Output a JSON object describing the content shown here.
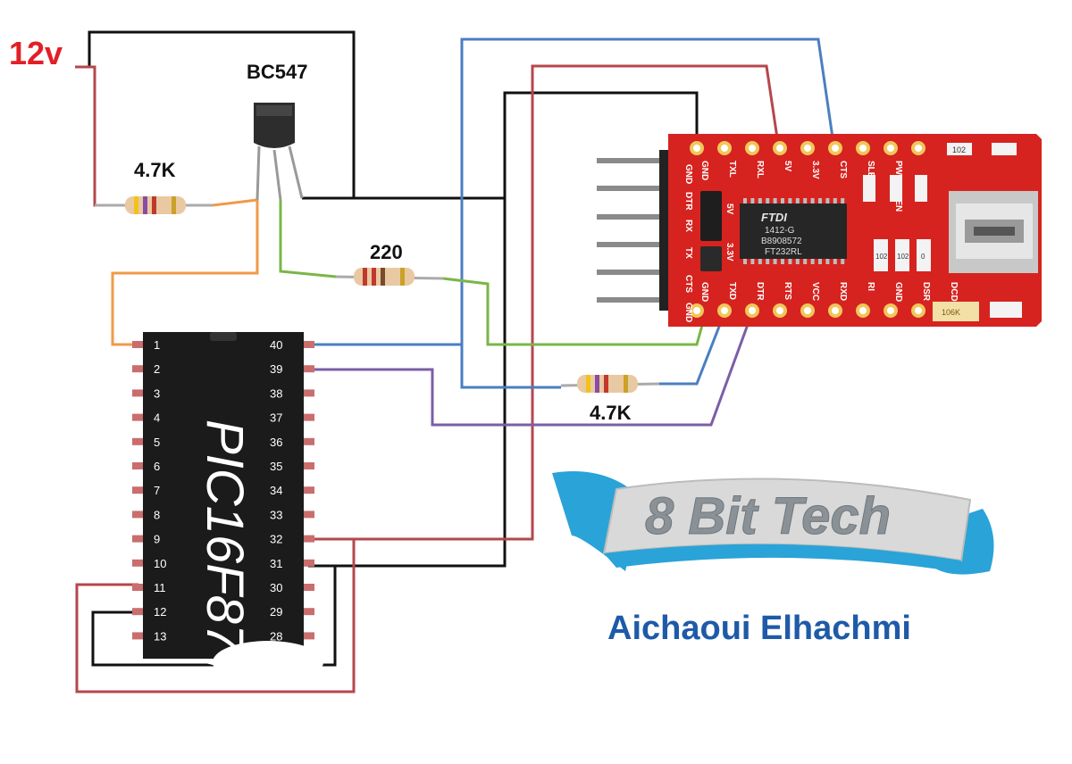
{
  "supply_label": "12v",
  "transistor_label": "BC547",
  "resistors": {
    "r1_label": "4.7K",
    "r2_label": "220",
    "r3_label": "4.7K"
  },
  "pic": {
    "name": "PIC16F877",
    "left_pins": [
      "1",
      "2",
      "3",
      "4",
      "5",
      "6",
      "7",
      "8",
      "9",
      "10",
      "11",
      "12",
      "13"
    ],
    "right_pins": [
      "40",
      "39",
      "38",
      "37",
      "36",
      "35",
      "34",
      "33",
      "32",
      "31",
      "30",
      "29",
      "28"
    ]
  },
  "ftdi": {
    "top_pins": [
      "GND",
      "TXL",
      "RXL",
      "5V",
      "3.3V",
      "CTS",
      "SLEEP",
      "PWRENTEN"
    ],
    "bottom_pins": [
      "GND",
      "TXD",
      "DTR",
      "RTS",
      "VCC",
      "RXD",
      "RI",
      "GND",
      "DSR",
      "DCD"
    ],
    "side_pins": [
      "GND",
      "DTR",
      "RX",
      "TX",
      "CTS",
      "GND"
    ],
    "jumper_labels": [
      "5V",
      "3.3V"
    ],
    "chip_lines": [
      "FTDI",
      "1412-G",
      "B8908572",
      "FT232RL"
    ],
    "smd_labels": [
      "102",
      "102",
      "102",
      "0",
      "106K"
    ]
  },
  "logo": {
    "banner_text": "8 Bit Tech",
    "author": "Aichaoui Elhachmi",
    "banner_color": "#2aa3d8",
    "author_color": "#1e5aa8"
  },
  "wire_colors": {
    "red": "#b5474b",
    "black": "#111111",
    "blue": "#4a7fc1",
    "orange": "#ef9a4a",
    "green": "#7ab648",
    "purple": "#7b5ea7"
  }
}
